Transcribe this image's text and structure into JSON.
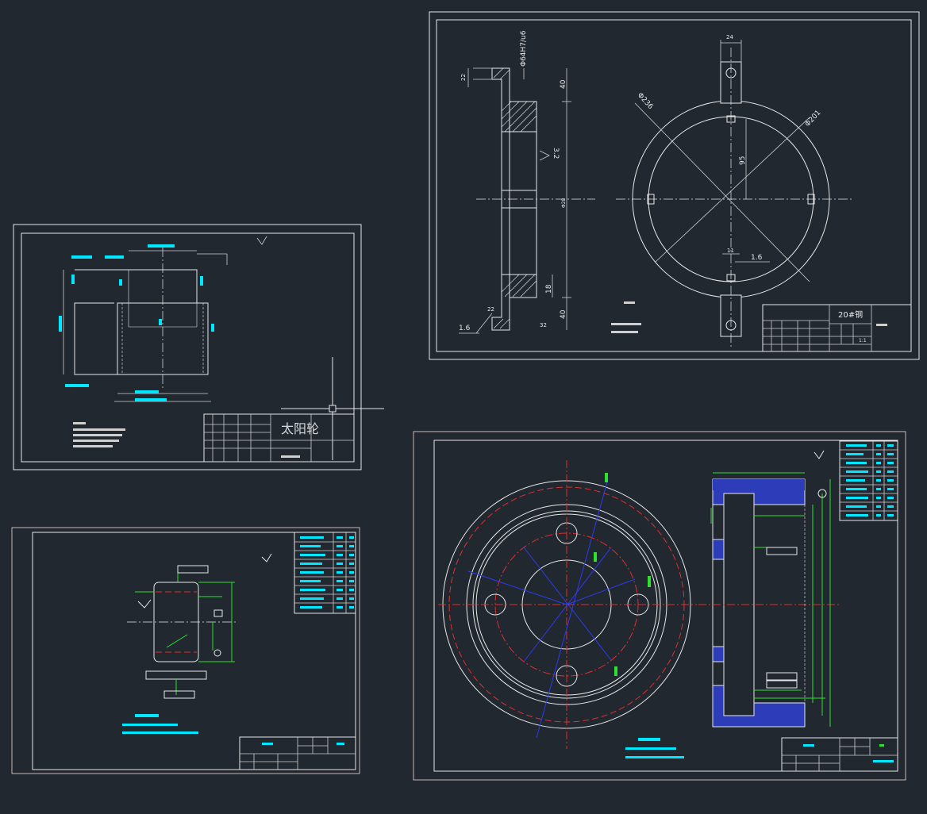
{
  "drawings": {
    "top_right": {
      "dims": {
        "bore": "Φ64H7/u6",
        "d236": "Φ236",
        "d201": "Φ201",
        "w24": "24",
        "h40a": "40",
        "h40b": "40",
        "h95": "95",
        "h18": "18",
        "h22a": "22",
        "h22b": "22",
        "h32": "32",
        "d28": "Φ28",
        "r32": "3.2",
        "r16a": "1.6",
        "r16b": "1.6",
        "w11": "11"
      },
      "title_block": {
        "name": "20#钢",
        "ratio": "1:1"
      }
    },
    "middle_left": {
      "title_block": {
        "name": "太阳轮"
      }
    }
  }
}
